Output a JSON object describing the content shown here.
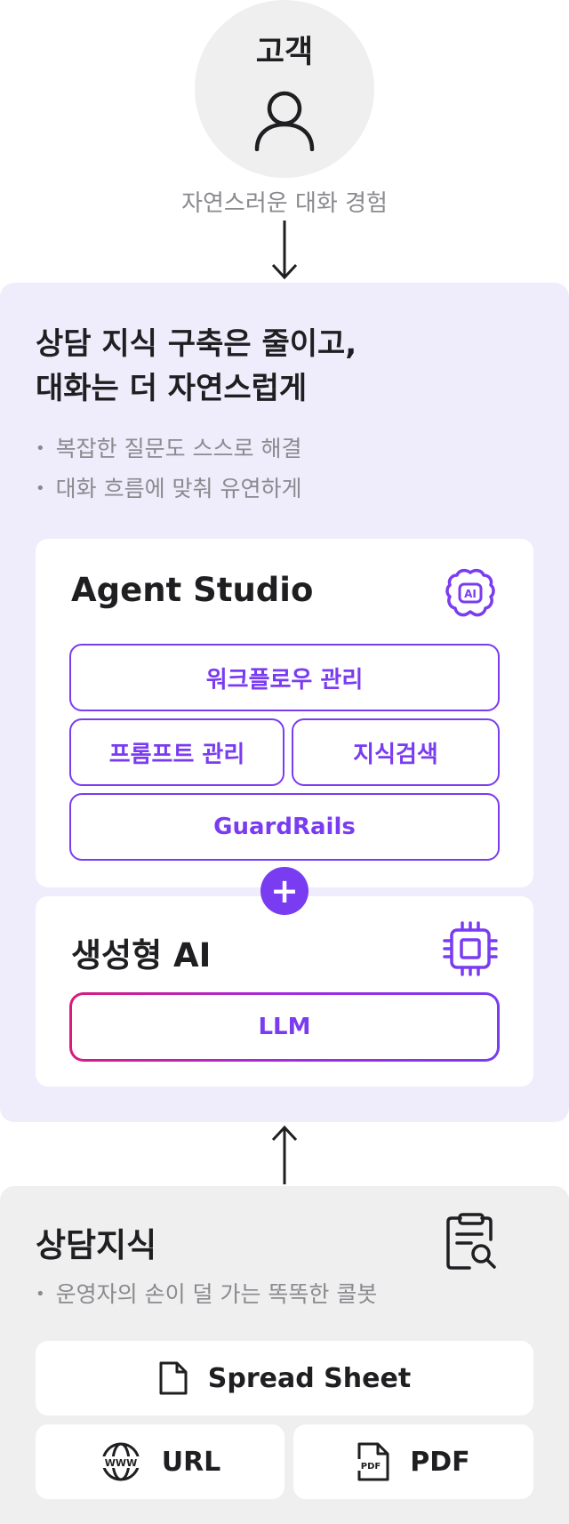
{
  "customer": {
    "title": "고객",
    "subtitle": "자연스러운 대화 경험"
  },
  "overview": {
    "headline_line1": "상담 지식 구축은 줄이고,",
    "headline_line2": "대화는 더 자연스럽게",
    "bullets": [
      "복잡한 질문도 스스로 해결",
      "대화 흐름에 맞춰 유연하게"
    ]
  },
  "agent_studio": {
    "title": "Agent Studio",
    "icon": "brain-ai-icon",
    "features": {
      "workflow": "워크플로우 관리",
      "prompt": "프롬프트 관리",
      "search": "지식검색",
      "guardrails": "GuardRails"
    }
  },
  "generative_ai": {
    "title": "생성형 AI",
    "icon": "chip-icon",
    "model": "LLM"
  },
  "knowledge": {
    "title": "상담지식",
    "icon": "clipboard-search-icon",
    "subtitle": "운영자의 손이 덜 가는 똑똑한 콜봇",
    "sources": {
      "spreadsheet": "Spread Sheet",
      "url": "URL",
      "pdf": "PDF"
    }
  },
  "colors": {
    "accent": "#7a3cf0",
    "accent_pink": "#d81b7c",
    "panel_purple": "#efedfb",
    "panel_grey": "#efeff0",
    "muted_text": "#8a8a8f"
  }
}
